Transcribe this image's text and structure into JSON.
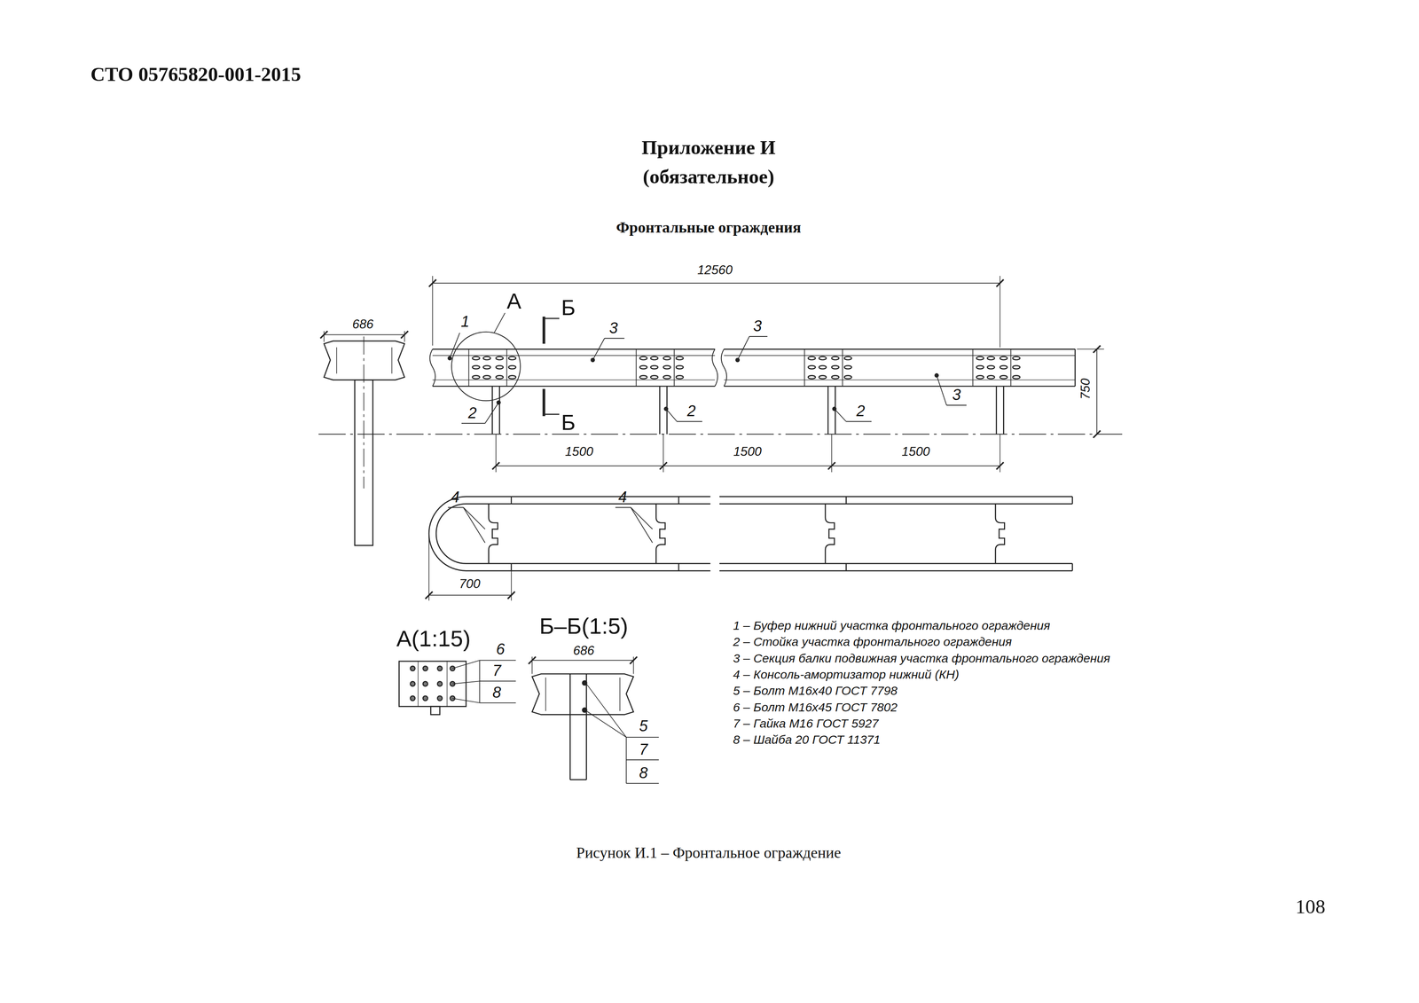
{
  "diagram": {
    "title": "Фронтальные ограждения",
    "caption": "Рисунок И.1 – Фронтальное ограждение",
    "labels": [
      "СТО 05765820-001-2015",
      "Приложение И",
      "(обязательное)",
      "12560",
      "686",
      "1",
      "А",
      "Б",
      "3",
      "3",
      "3",
      "2",
      "Б",
      "2",
      "2",
      "750",
      "1500",
      "1500",
      "1500",
      "4",
      "4",
      "700",
      "А(1:15)",
      "6",
      "7",
      "8",
      "Б–Б(1:5)",
      "686",
      "5",
      "7",
      "8",
      "1 – Буфер нижний участка фронтального ограждения",
      "2 – Стойка участка фронтального ограждения",
      "3 – Секция балки подвижная участка фронтального ограждения",
      "4 – Консоль-амортизатор нижний (КН)",
      "5 – Болт М16х40 ГОСТ 7798",
      "6 – Болт М16х45 ГОСТ 7802",
      "7 – Гайка М16  ГОСТ 5927",
      "8 – Шайба 20  ГОСТ 11371",
      "108"
    ]
  }
}
